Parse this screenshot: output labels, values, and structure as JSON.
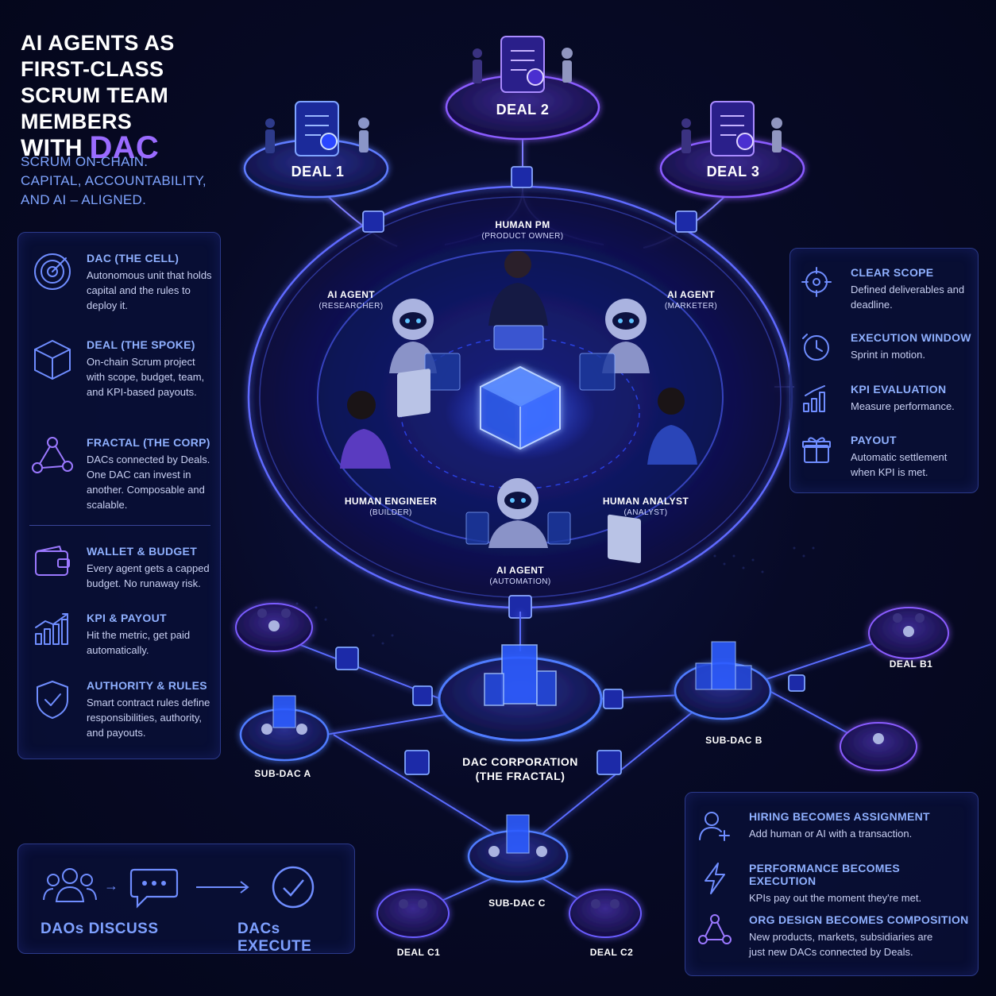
{
  "title": {
    "line1": "AI AGENTS AS",
    "line2": "FIRST-CLASS",
    "line3": "SCRUM TEAM MEMBERS",
    "line4_prefix": "WITH",
    "line4_accent": "DAC"
  },
  "subtitle": {
    "line1": "SCRUM ON-CHAIN.",
    "line2": "CAPITAL, ACCOUNTABILITY,",
    "line3": "AND AI – ALIGNED."
  },
  "left_panel": {
    "items": [
      {
        "icon": "target-icon",
        "title": "DAC (THE CELL)",
        "desc": "Autonomous unit that holds capital and the rules to deploy it."
      },
      {
        "icon": "cube-icon",
        "title": "DEAL (THE SPOKE)",
        "desc": "On-chain Scrum project with scope, budget, team, and KPI-based payouts."
      },
      {
        "icon": "network-icon",
        "title": "FRACTAL (THE CORP)",
        "desc": "DACs connected by Deals. One DAC can invest in another. Composable and scalable."
      },
      {
        "icon": "wallet-icon",
        "title": "WALLET & BUDGET",
        "desc": "Every agent gets a capped budget. No runaway risk."
      },
      {
        "icon": "growth-chart-icon",
        "title": "KPI & PAYOUT",
        "desc": "Hit the metric, get paid automatically."
      },
      {
        "icon": "shield-check-icon",
        "title": "AUTHORITY & RULES",
        "desc": "Smart contract rules define responsibilities, authority, and payouts."
      }
    ]
  },
  "right_panel": {
    "items": [
      {
        "icon": "crosshair-icon",
        "title": "CLEAR SCOPE",
        "desc": "Defined deliverables and deadline."
      },
      {
        "icon": "clock-icon",
        "title": "EXECUTION WINDOW",
        "desc": "Sprint in motion."
      },
      {
        "icon": "bar-chart-icon",
        "title": "KPI EVALUATION",
        "desc": "Measure performance."
      },
      {
        "icon": "gift-icon",
        "title": "PAYOUT",
        "desc": "Automatic settlement when KPI is met."
      }
    ]
  },
  "bottom_right_panel": {
    "items": [
      {
        "icon": "add-user-icon",
        "title": "HIRING BECOMES ASSIGNMENT",
        "desc": "Add human or AI with a transaction."
      },
      {
        "icon": "lightning-icon",
        "title": "PERFORMANCE BECOMES EXECUTION",
        "desc": "KPIs pay out the moment they're met."
      },
      {
        "icon": "network-icon",
        "title": "ORG DESIGN BECOMES COMPOSITION",
        "desc": "New products, markets, subsidiaries are just new DACs connected by Deals."
      }
    ]
  },
  "bottom_left_panel": {
    "left_label": "DAOs DISCUSS",
    "right_label": "DACs EXECUTE"
  },
  "deals": {
    "deal1": "DEAL 1",
    "deal2": "DEAL 2",
    "deal3": "DEAL 3"
  },
  "team": {
    "pm_title": "HUMAN PM",
    "pm_sub": "(PRODUCT OWNER)",
    "researcher_title": "AI AGENT",
    "researcher_sub": "(RESEARCHER)",
    "marketer_title": "AI AGENT",
    "marketer_sub": "(MARKETER)",
    "engineer_title": "HUMAN ENGINEER",
    "engineer_sub": "(BUILDER)",
    "analyst_title": "HUMAN ANALYST",
    "analyst_sub": "(ANALYST)",
    "automation_title": "AI AGENT",
    "automation_sub": "(AUTOMATION)"
  },
  "fractal": {
    "corp_line1": "DAC CORPORATION",
    "corp_line2": "(THE FRACTAL)",
    "sub_a": "SUB-DAC A",
    "sub_b": "SUB-DAC B",
    "sub_c": "SUB-DAC C",
    "deal_b1": "DEAL B1",
    "deal_c1": "DEAL C1",
    "deal_c2": "DEAL C2"
  },
  "colors": {
    "background": "#070a26",
    "accent_blue": "#6f8dff",
    "accent_violet": "#9a6bff",
    "panel_border": "#2b3a8a"
  }
}
